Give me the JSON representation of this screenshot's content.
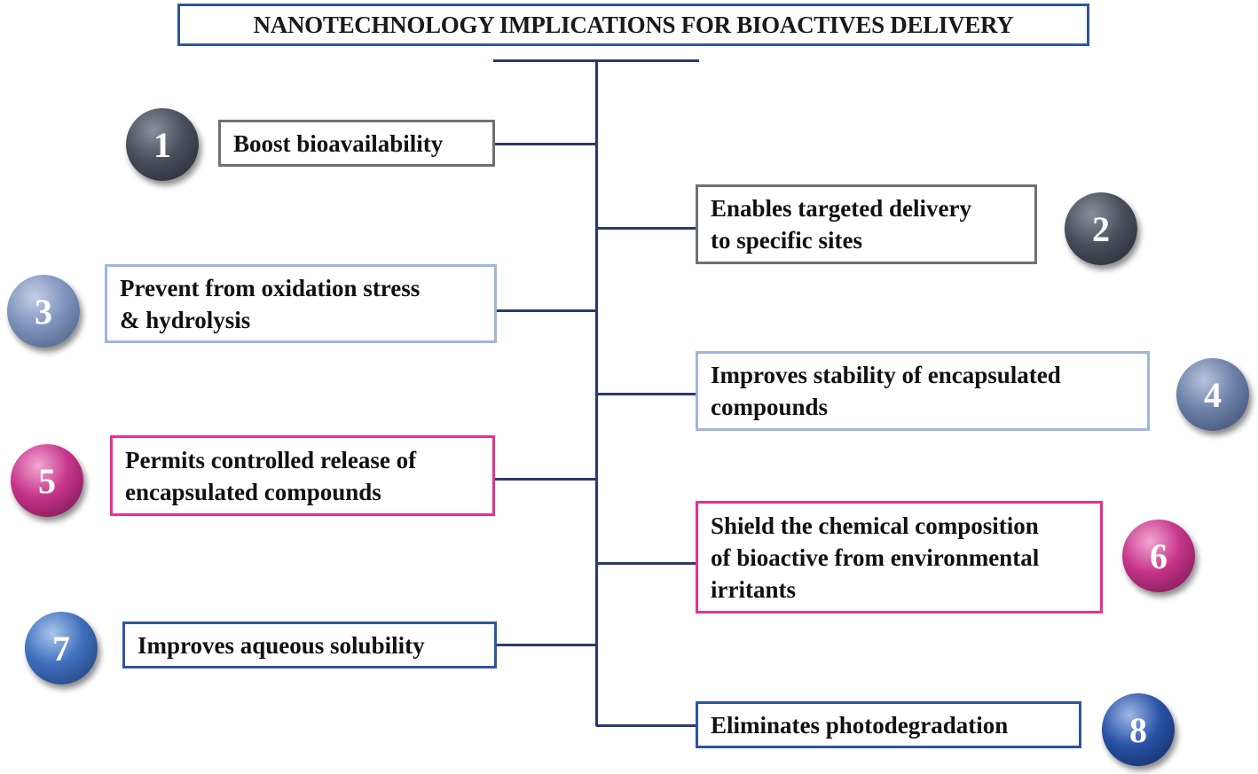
{
  "title": "NANOTECHNOLOGY IMPLICATIONS FOR BIOACTIVES DELIVERY",
  "colors": {
    "connector": "#2b3a6b",
    "title_border": "#2d55a0",
    "gray": "#707070",
    "light_blue": "#9fb5d9",
    "pink": "#e8308c",
    "blue": "#2d55a0"
  },
  "items": [
    {
      "number": "1",
      "text": "Boost bioavailability"
    },
    {
      "number": "2",
      "text": "Enables targeted delivery\nto specific sites"
    },
    {
      "number": "3",
      "text": "Prevent from oxidation stress\n& hydrolysis"
    },
    {
      "number": "4",
      "text": "Improves stability of encapsulated\ncompounds"
    },
    {
      "number": "5",
      "text": "Permits controlled release of\nencapsulated compounds"
    },
    {
      "number": "6",
      "text": "Shield the chemical composition\nof bioactive from environmental\nirritants"
    },
    {
      "number": "7",
      "text": "Improves aqueous solubility"
    },
    {
      "number": "8",
      "text": "Eliminates photodegradation"
    }
  ]
}
